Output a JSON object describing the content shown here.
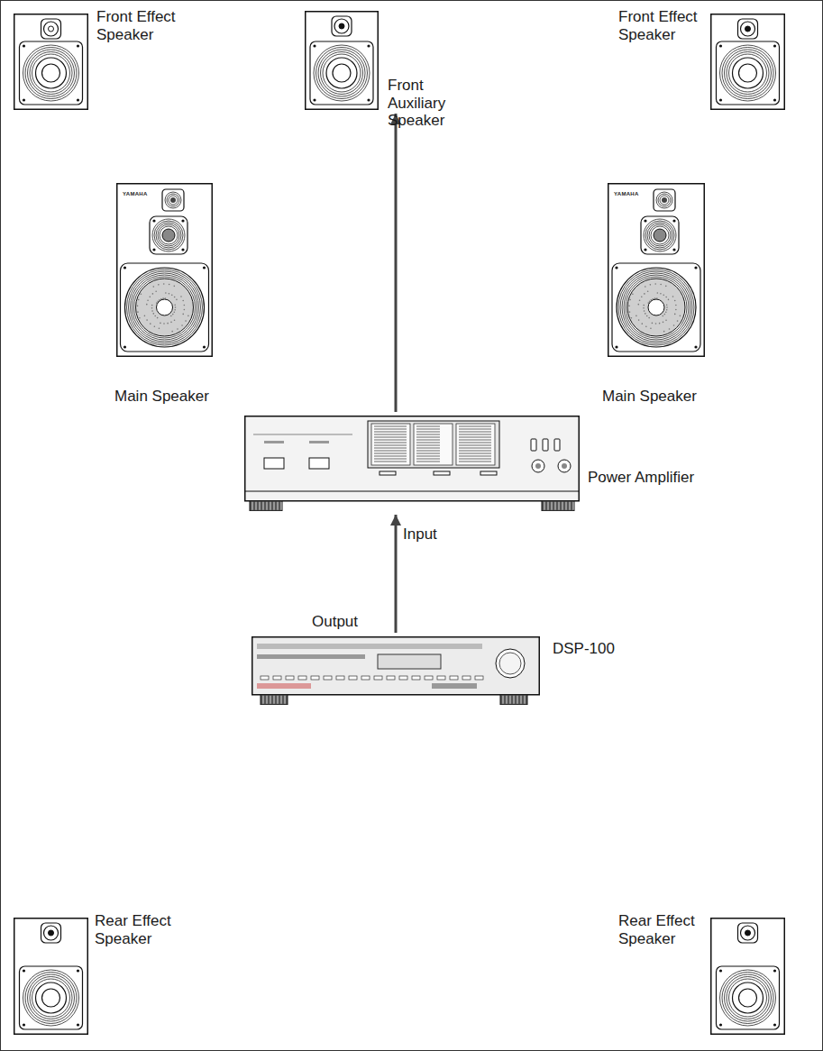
{
  "diagram": {
    "nodes": [
      {
        "text": [
          "Front Effect Speaker"
        ]
      },
      {
        "text": [
          "Front Auxiliary Speaker"
        ]
      },
      {
        "text": [
          "Front Effect Speaker"
        ]
      },
      {
        "text": [
          "Main Speaker"
        ]
      },
      {
        "text": [
          "Main Speaker"
        ]
      },
      {
        "text": [
          "Power Amplifier"
        ]
      },
      {
        "text": [
          "DSP-100"
        ]
      },
      {
        "text": [
          "Rear Effect Speaker"
        ]
      },
      {
        "text": [
          "Rear Effect Speaker"
        ]
      }
    ],
    "edges": [
      {
        "from": 6,
        "to": 5,
        "arrow": "to"
      },
      {
        "from": 5,
        "to": 1,
        "arrow": "to"
      }
    ],
    "labels": [
      "Output",
      "Input",
      "YAMAHA",
      "YAMAHA"
    ]
  }
}
